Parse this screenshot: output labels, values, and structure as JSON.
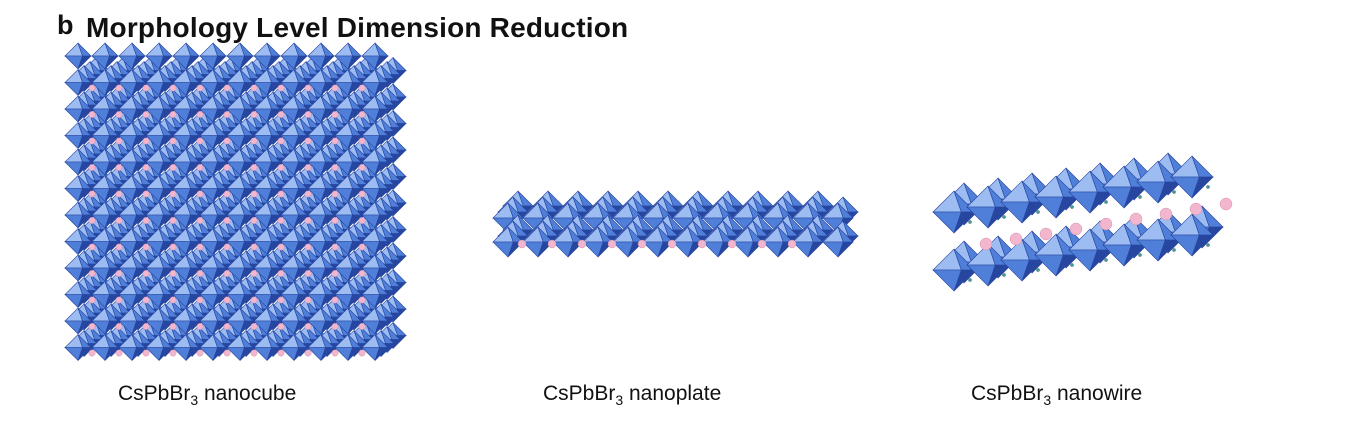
{
  "header": {
    "panel_letter": "b",
    "title": "Morphology Level Dimension Reduction"
  },
  "colors": {
    "octahedron_face": "#4f7fd8",
    "octahedron_dark": "#2746a0",
    "octahedron_light": "#9dbcf2",
    "cesium_atom": "#f3b6cf",
    "bromine_atom": "#2fa39a"
  },
  "structures": [
    {
      "id": "nanocube",
      "formula": {
        "prefix": "CsPbBr",
        "subscript": "3"
      },
      "name": "nanocube",
      "icon": "perovskite-cube-lattice"
    },
    {
      "id": "nanoplate",
      "formula": {
        "prefix": "CsPbBr",
        "subscript": "3"
      },
      "name": "nanoplate",
      "icon": "perovskite-plate-lattice"
    },
    {
      "id": "nanowire",
      "formula": {
        "prefix": "CsPbBr",
        "subscript": "3"
      },
      "name": "nanowire",
      "icon": "perovskite-wire-lattice"
    }
  ]
}
